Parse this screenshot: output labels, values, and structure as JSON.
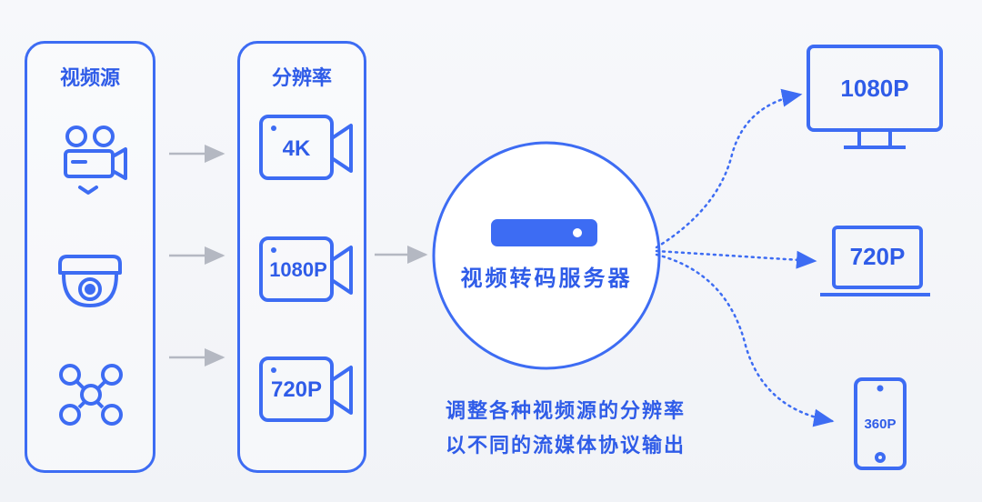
{
  "sources_panel": {
    "title": "视频源",
    "icons": [
      "video-camera-icon",
      "dome-camera-icon",
      "drone-icon"
    ]
  },
  "resolution_panel": {
    "title": "分辨率",
    "items": [
      {
        "label": "4K",
        "icon": "camera-4k-icon"
      },
      {
        "label": "1080P",
        "icon": "camera-1080p-icon"
      },
      {
        "label": "720P",
        "icon": "camera-720p-icon"
      }
    ]
  },
  "server": {
    "label": "视频转码服务器",
    "icon": "server-icon"
  },
  "outputs": [
    {
      "label": "1080P",
      "device": "monitor-icon"
    },
    {
      "label": "720P",
      "device": "laptop-icon"
    },
    {
      "label": "360P",
      "device": "phone-icon"
    }
  ],
  "caption": {
    "line1": "调整各种视频源的分辨率",
    "line2": "以不同的流媒体协议输出"
  },
  "colors": {
    "primary": "#3d6cf3",
    "text": "#2f5ce8",
    "arrow": "#b4b8c2"
  }
}
